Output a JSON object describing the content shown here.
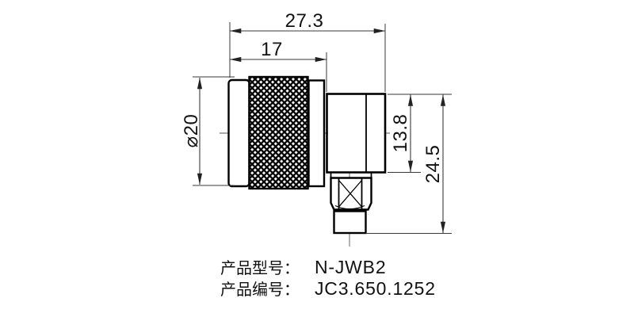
{
  "drawing": {
    "dimensions": {
      "overall_length": "27.3",
      "coupling_length": "17",
      "body_diameter": "⌀20",
      "body_height": "13.8",
      "overall_height": "24.5"
    }
  },
  "footer": {
    "model_label": "产品型号：",
    "model_value": "N-JWB2",
    "code_label": "产品编号：",
    "code_value": "JC3.650.1252"
  },
  "colors": {
    "outline": "#000000",
    "dimension_line": "#3a3a3a",
    "text": "#111111",
    "background": "#ffffff"
  }
}
